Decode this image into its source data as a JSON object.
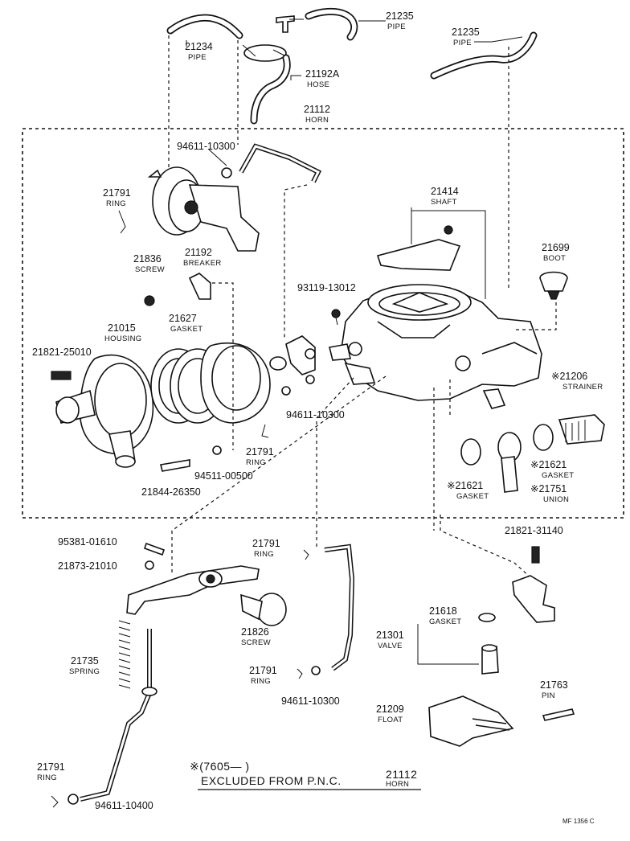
{
  "labels": {
    "l21234": {
      "pn": "21234",
      "nm": "PIPE"
    },
    "l21235a": {
      "pn": "21235",
      "nm": "PIPE"
    },
    "l21235b": {
      "pn": "21235",
      "nm": "PIPE"
    },
    "l21192a": {
      "pn": "21192A",
      "nm": "HOSE"
    },
    "l21112": {
      "pn": "21112",
      "nm": "HORN"
    },
    "l94611a": {
      "pn": "94611-10300"
    },
    "l21791a": {
      "pn": "21791",
      "nm": "RING"
    },
    "l21192": {
      "pn": "21192",
      "nm": "BREAKER"
    },
    "l21414": {
      "pn": "21414",
      "nm": "SHAFT"
    },
    "l21699": {
      "pn": "21699",
      "nm": "BOOT"
    },
    "l21836": {
      "pn": "21836",
      "nm": "SCREW"
    },
    "l93119": {
      "pn": "93119-13012"
    },
    "l21015": {
      "pn": "21015",
      "nm": "HOUSING"
    },
    "l21627": {
      "pn": "21627",
      "nm": "GASKET"
    },
    "l21821a": {
      "pn": "21821-25010"
    },
    "l21206": {
      "pn": "※21206",
      "nm": "STRAINER"
    },
    "l94611b": {
      "pn": "94611-10300"
    },
    "l21791b": {
      "pn": "21791",
      "nm": "RING"
    },
    "l94511": {
      "pn": "94511-00500"
    },
    "l21844": {
      "pn": "21844-26350"
    },
    "l21621a": {
      "pn": "※21621",
      "nm": "GASKET"
    },
    "l21621b": {
      "pn": "※21621",
      "nm": "GASKET"
    },
    "l21751": {
      "pn": "※21751",
      "nm": "UNION"
    },
    "l95381": {
      "pn": "95381-01610"
    },
    "l21873": {
      "pn": "21873-21010"
    },
    "l21791c": {
      "pn": "21791",
      "nm": "RING"
    },
    "l21821b": {
      "pn": "21821-31140"
    },
    "l21826": {
      "pn": "21826",
      "nm": "SCREW"
    },
    "l21735": {
      "pn": "21735",
      "nm": "SPRING"
    },
    "l21618": {
      "pn": "21618",
      "nm": "GASKET"
    },
    "l21301": {
      "pn": "21301",
      "nm": "VALVE"
    },
    "l21791d": {
      "pn": "21791",
      "nm": "RING"
    },
    "l94611c": {
      "pn": "94611-10300"
    },
    "l21763": {
      "pn": "21763",
      "nm": "PIN"
    },
    "l21209": {
      "pn": "21209",
      "nm": "FLOAT"
    },
    "l21791e": {
      "pn": "21791",
      "nm": "RING"
    },
    "l94611d": {
      "pn": "94611-10400"
    }
  },
  "note": {
    "line1": "※(7605—        )",
    "pnc": "21112",
    "line2": "EXCLUDED  FROM  P.N.C.",
    "horn": "HORN"
  },
  "code": "MF  1356 C"
}
